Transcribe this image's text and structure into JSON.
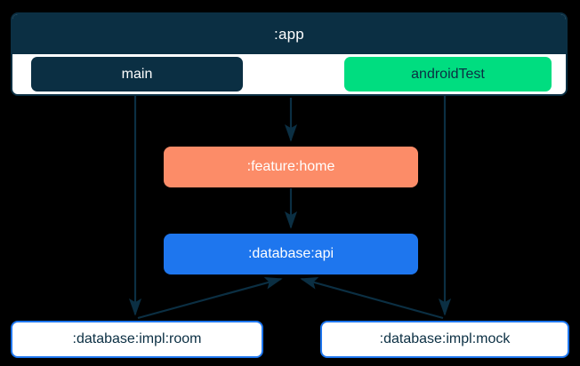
{
  "diagram": {
    "kind": "module-dependency-graph",
    "background_color": "#000000",
    "edge_color": "#0b2f43",
    "clusters": [
      {
        "id": "app",
        "title": ":app",
        "header_color": "#0b2f43",
        "header_text_color": "#ffffff",
        "body_color": "#ffffff",
        "border_color": "#0b2f43",
        "source_sets": [
          {
            "id": "main",
            "label": "main",
            "fill": "#0b2f43",
            "text_color": "#ffffff"
          },
          {
            "id": "androidTest",
            "label": "androidTest",
            "fill": "#00dd80",
            "text_color": "#0b2f43"
          }
        ]
      }
    ],
    "nodes": [
      {
        "id": "feature-home",
        "label": ":feature:home",
        "fill": "#fc8c68",
        "text_color": "#ffffff",
        "border": "none"
      },
      {
        "id": "database-api",
        "label": ":database:api",
        "fill": "#1e76ee",
        "text_color": "#ffffff",
        "border": "none"
      },
      {
        "id": "database-impl-room",
        "label": ":database:impl:room",
        "fill": "#ffffff",
        "text_color": "#0b2f43",
        "border": "#1e76ee"
      },
      {
        "id": "database-impl-mock",
        "label": ":database:impl:mock",
        "fill": "#ffffff",
        "text_color": "#0b2f43",
        "border": "#1e76ee"
      }
    ],
    "edges": [
      {
        "id": "main-to-room",
        "from": "main",
        "to": "database-impl-room",
        "style": "solid",
        "arrow": "to"
      },
      {
        "id": "app-to-feature-home",
        "from": "app",
        "to": "feature-home",
        "style": "solid",
        "arrow": "to"
      },
      {
        "id": "androidtest-to-mock",
        "from": "androidTest",
        "to": "database-impl-mock",
        "style": "solid",
        "arrow": "to"
      },
      {
        "id": "feature-home-to-database-api",
        "from": "feature-home",
        "to": "database-api",
        "style": "solid",
        "arrow": "to"
      },
      {
        "id": "room-to-database-api",
        "from": "database-impl-room",
        "to": "database-api",
        "style": "solid",
        "arrow": "to"
      },
      {
        "id": "mock-to-database-api",
        "from": "database-impl-mock",
        "to": "database-api",
        "style": "solid",
        "arrow": "to"
      }
    ]
  }
}
